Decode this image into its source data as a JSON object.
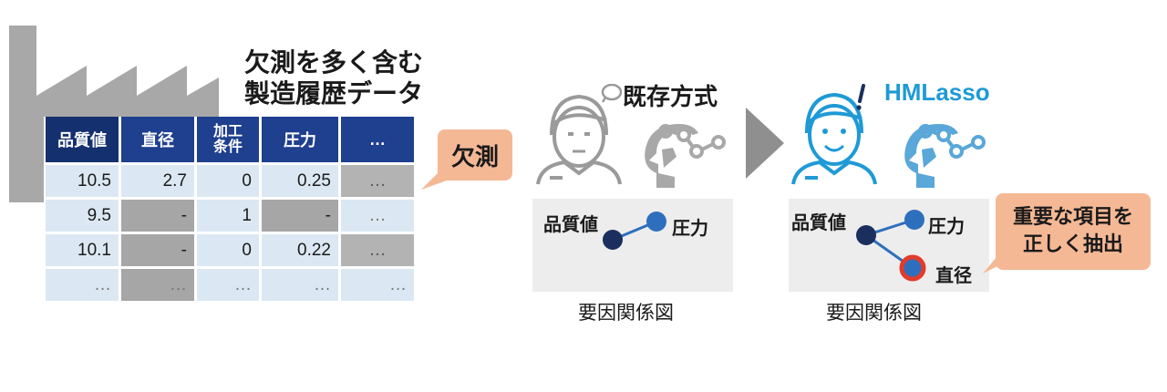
{
  "title": {
    "line1": "欠測を多く含む",
    "line2": "製造履歴データ"
  },
  "table": {
    "headers": [
      "品質値",
      "直径",
      "加工",
      "条件",
      "圧力",
      "…"
    ],
    "rows": [
      [
        "10.5",
        "2.7",
        "0",
        "0.25",
        "…"
      ],
      [
        "9.5",
        "-",
        "1",
        "-",
        "…"
      ],
      [
        "10.1",
        "-",
        "0",
        "0.22",
        "…"
      ],
      [
        "…",
        "…",
        "…",
        "…",
        "…"
      ]
    ]
  },
  "missing_bubble": "欠測",
  "existing": {
    "label": "既存方式",
    "nodes": {
      "quality": "品質値",
      "pressure": "圧力"
    },
    "caption": "要因関係図"
  },
  "hmlasso": {
    "label": "HMLasso",
    "nodes": {
      "quality": "品質値",
      "pressure": "圧力",
      "diameter": "直径"
    },
    "caption": "要因関係図",
    "bubble_line1": "重要な項目を",
    "bubble_line2": "正しく抽出"
  },
  "colors": {
    "navy": "#1f3f8f",
    "accent_blue": "#1e9ad6",
    "node_dark": "#1b2f5e",
    "node_blue": "#2e6fbd",
    "highlight_red": "#e23b2a",
    "bubble": "#f5b895"
  }
}
